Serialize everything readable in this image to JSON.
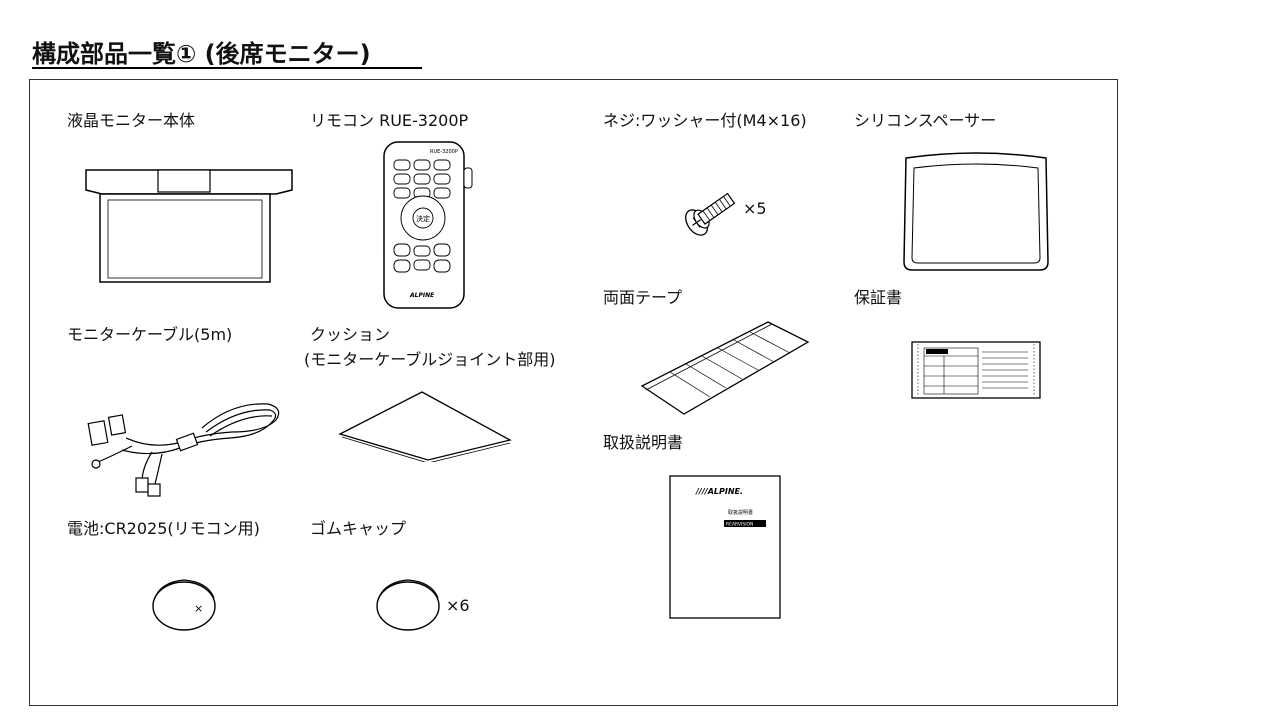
{
  "title": "構成部品一覧① (後席モニター)",
  "parts": {
    "monitor": "液晶モニター本体",
    "remote": "リモコン RUE-3200P",
    "screw": "ネジ:ワッシャー付(M4×16)",
    "spacer": "シリコンスペーサー",
    "tape": "両面テープ",
    "warranty": "保証書",
    "cable": "モニターケーブル(5m)",
    "cushion_line1": "クッション",
    "cushion_line2": "(モニターケーブルジョイント部用)",
    "manual": "取扱説明書",
    "battery": "電池:CR2025(リモコン用)",
    "rubbercap": "ゴムキャップ"
  },
  "quantities": {
    "screw": "×5",
    "rubbercap": "×6"
  },
  "remote_text": {
    "model": "RUE-3200P",
    "center": "決定",
    "brand": "ALPINE"
  },
  "battery_mark": "×",
  "manual_text": {
    "brand": "////ALPINE.",
    "line1": "取扱説明書",
    "line2": "REARVISION"
  }
}
